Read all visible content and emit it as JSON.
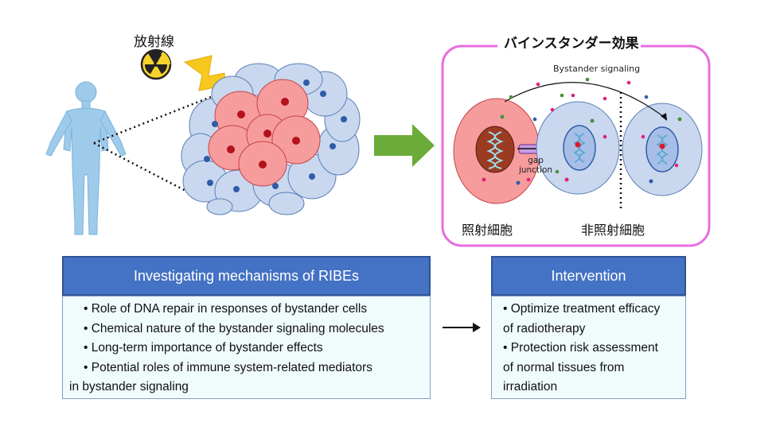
{
  "labels": {
    "radiation": "放射線",
    "bystander_effect": "バインスタンダー効果",
    "bystander_signaling": "Bystander signaling",
    "gap_junction_line1": "gap",
    "gap_junction_line2": "junction",
    "irradiated_cell": "照射細胞",
    "non_irradiated_cell": "非照射細胞"
  },
  "ribe_panel": {
    "title": "Investigating mechanisms of RIBEs",
    "items": [
      "Role of DNA repair in responses of bystander cells",
      "Chemical nature of the bystander signaling molecules",
      "Long-term importance of bystander effects",
      "Potential roles of immune system-related mediators"
    ],
    "item4_continuation": "in bystander signaling"
  },
  "intervention_panel": {
    "title": "Intervention",
    "item1_line1": "Optimize treatment efficacy",
    "item1_line2": "of radiotherapy",
    "item2_line1": "Protection risk assessment",
    "item2_line2": "of normal tissues from",
    "item2_line3": "irradiation"
  },
  "icons": [
    "human-figure-icon",
    "radiation-hazard-icon",
    "lightning-bolt-icon",
    "green-right-arrow-icon",
    "black-right-arrow-icon"
  ],
  "colors": {
    "irradiated_cell": "#f79c9c",
    "bystander_cell": "#c9d8ef",
    "nucleus_red": "#b5121b",
    "nucleus_blue": "#2e5ca8",
    "human": "#9ecbea",
    "panel_header": "#4472c4",
    "panel_body": "#f0fbfb",
    "highlight_frame": "#e86de0",
    "green_arrow": "#6aab3a",
    "bolt": "#f7c81e"
  }
}
